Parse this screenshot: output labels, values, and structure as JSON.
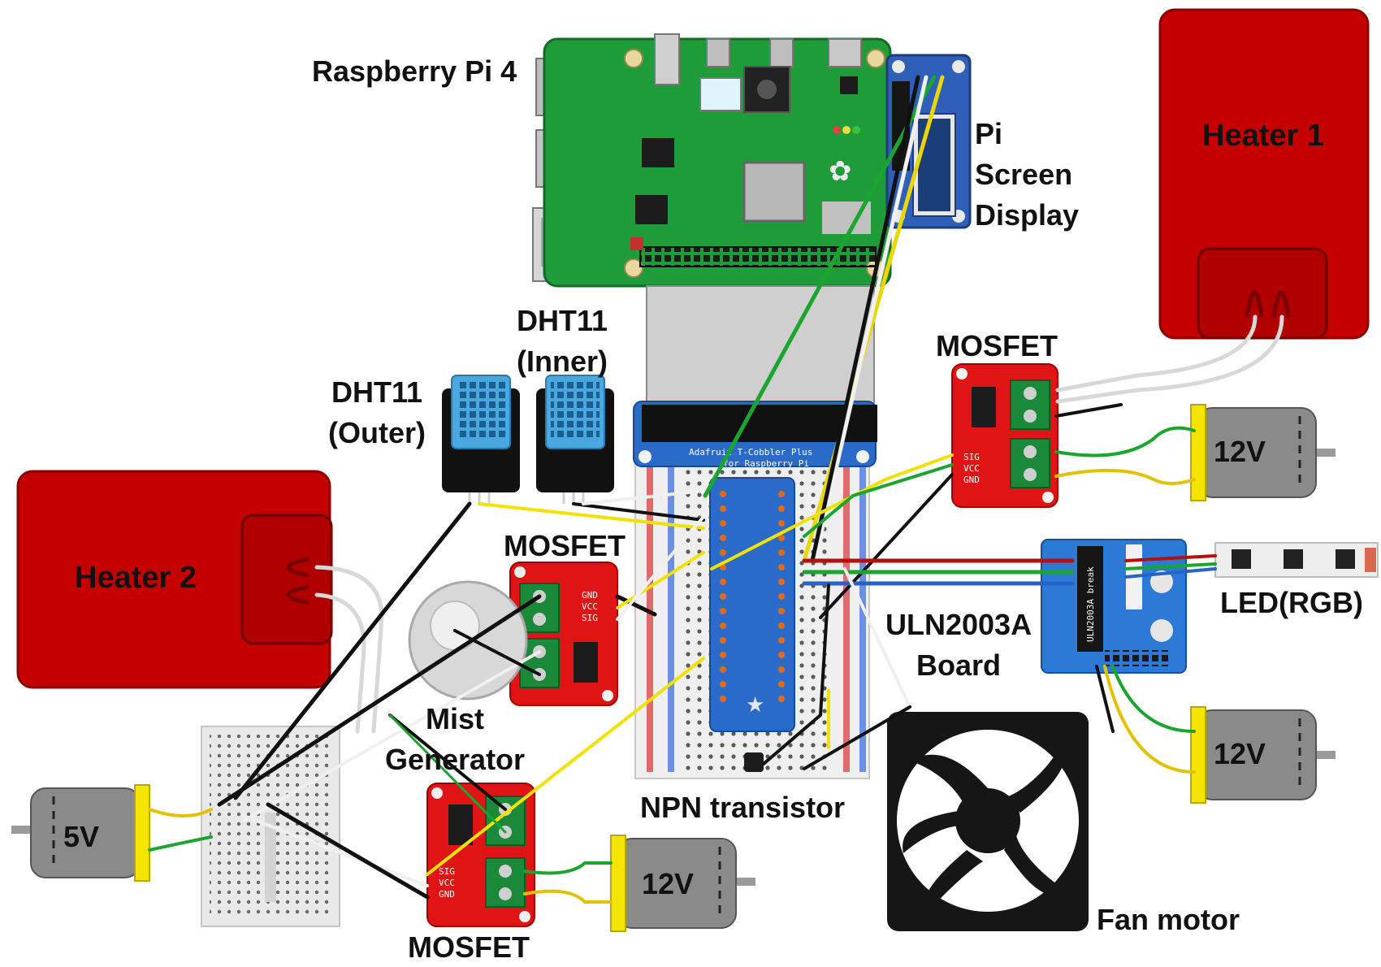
{
  "labels": {
    "raspberry_pi": "Raspberry Pi 4",
    "pi_screen": [
      "Pi",
      "Screen",
      "Display"
    ],
    "heater1": "Heater 1",
    "heater2": "Heater 2",
    "dht11_inner": [
      "DHT11",
      "(Inner)"
    ],
    "dht11_outer": [
      "DHT11",
      "(Outer)"
    ],
    "mosfet_top_right": "MOSFET",
    "mosfet_mid": "MOSFET",
    "mosfet_bottom": "MOSFET",
    "mist_generator": [
      "Mist",
      "Generator"
    ],
    "npn_transistor": "NPN transistor",
    "uln2003a": [
      "ULN2003A",
      "Board"
    ],
    "led_rgb": "LED(RGB)",
    "fan_motor": "Fan motor"
  },
  "motors": {
    "motor_5v": "5V",
    "motor_12v_bottom": "12V",
    "motor_12v_right_top": "12V",
    "motor_12v_right_bottom": "12V"
  },
  "module_text": {
    "mosfet_pins": [
      "SIG",
      "VCC",
      "GND"
    ],
    "cobbler": [
      "Adafruit T-Cobbler Plus",
      "for Raspberry Pi"
    ],
    "uln_chip": "ULN2003A break"
  },
  "colors": {
    "heater_red": "#c40000",
    "heater_pad": "#b00000",
    "pi_green": "#1e9c3a",
    "mosfet_red": "#e01414",
    "terminal_green": "#1a8a3a",
    "dht_blue": "#4aa8e0",
    "cobbler_blue": "#1f5fb8",
    "uln_blue": "#2d7ad6",
    "wire_yellow": "#f2e200",
    "wire_green": "#1aa52f",
    "wire_black": "#111111",
    "wire_white": "#ececec",
    "wire_red": "#b41010",
    "wire_blue": "#2563c9"
  }
}
